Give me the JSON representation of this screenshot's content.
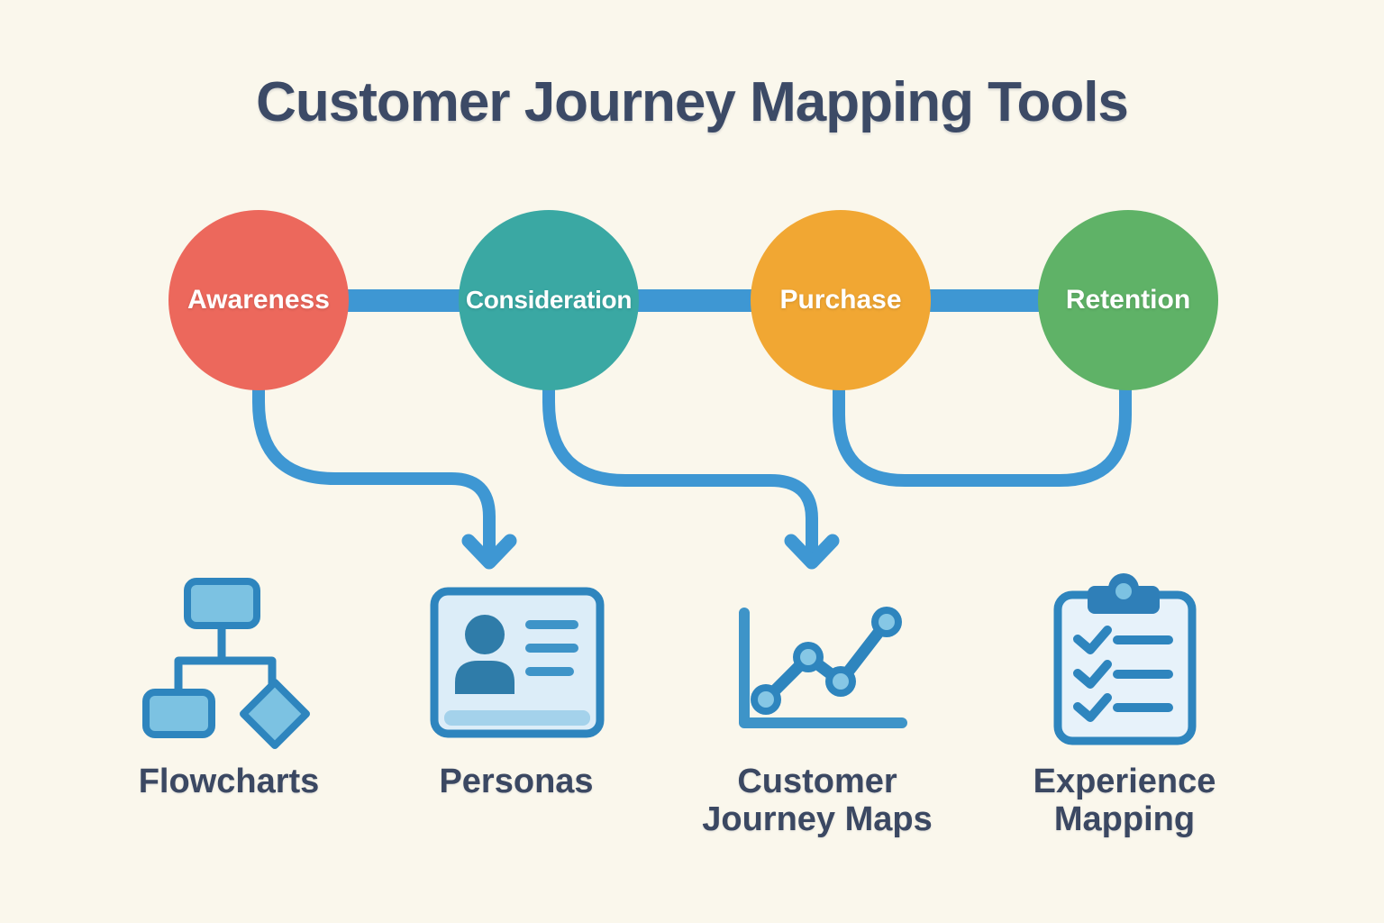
{
  "title": "Customer Journey Mapping Tools",
  "stages": [
    {
      "label": "Awareness",
      "color": "#EC685C"
    },
    {
      "label": "Consideration",
      "color": "#3AA8A3"
    },
    {
      "label": "Purchase",
      "color": "#F1A733"
    },
    {
      "label": "Retention",
      "color": "#5FB267"
    }
  ],
  "tools": [
    {
      "label": "Flowcharts",
      "icon": "flowchart-icon"
    },
    {
      "label": "Personas",
      "icon": "id-card-icon"
    },
    {
      "label": "Customer Journey Maps",
      "icon": "line-chart-icon"
    },
    {
      "label": "Experience Mapping",
      "icon": "clipboard-checklist-icon"
    }
  ],
  "colors": {
    "background": "#FAF7EC",
    "heading_text": "#3C4A66",
    "label_text": "#3B4862",
    "connector": "#3E97D3",
    "icon_stroke": "#2E85BE",
    "icon_fill_medium": "#7CC2E2",
    "icon_fill_light": "#DCEDF8",
    "icon_fill_dark": "#2F7CA9",
    "stage_text": "#FFFFFF"
  }
}
